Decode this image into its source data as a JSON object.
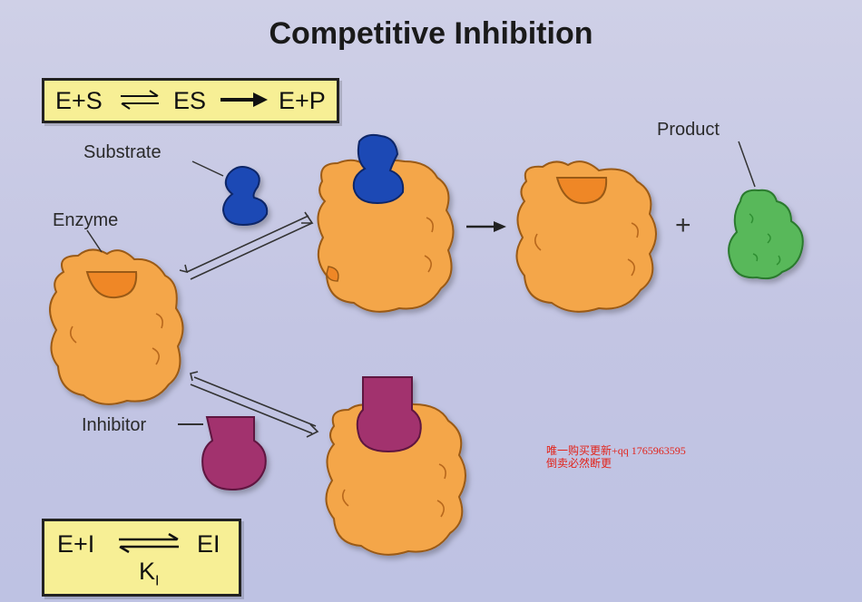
{
  "title": "Competitive Inhibition",
  "equations": {
    "substrate": {
      "left": "E+S",
      "middle": "ES",
      "right": "E+P"
    },
    "inhibitor": {
      "left": "E+I",
      "right": "EI",
      "constant": "K",
      "constant_sub": "I"
    }
  },
  "labels": {
    "substrate": "Substrate",
    "enzyme": "Enzyme",
    "product": "Product",
    "inhibitor": "Inhibitor",
    "plus": "+"
  },
  "watermark": {
    "line1": "唯一购买更新+qq  1765963595",
    "line2": "倒卖必然断更"
  },
  "colors": {
    "enzyme": "#f4a64a",
    "active_site": "#ef8726",
    "substrate": "#1f48b5",
    "inhibitor": "#a2326e",
    "product": "#58b85a",
    "equation_box": "#f7ef95"
  }
}
